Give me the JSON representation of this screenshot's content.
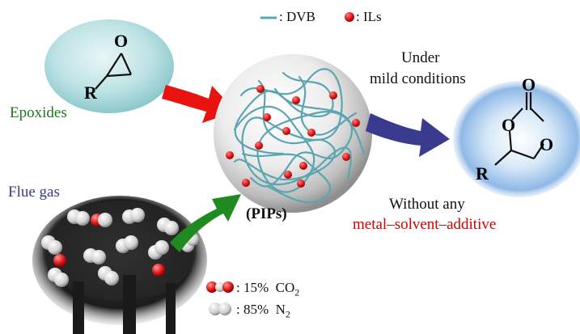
{
  "legend": {
    "dvb_label": ": DVB",
    "ils_label": ": ILs",
    "line_color": "#5aa5b1",
    "ils_color": "#e21b1b"
  },
  "reactants": {
    "epoxides_label": "Epoxides",
    "epoxides_color": "#1b7a1b",
    "flue_gas_label": "Flue gas",
    "flue_gas_color": "#3a3a8a",
    "epoxide_ring_atom": "O",
    "epoxide_substituent": "R"
  },
  "catalyst": {
    "label": "(PIPs)"
  },
  "conditions": {
    "line1": "Under",
    "line2": "mild conditions",
    "line3": "Without any",
    "line4": "metal–solvent–additive",
    "line4_color": "#d40000"
  },
  "product": {
    "carbonyl_o": "O",
    "ring_o_left": "O",
    "ring_o_right": "O",
    "substituent": "R"
  },
  "gas_legend": {
    "co2_pct": ": 15%",
    "co2_formula": "CO",
    "co2_sub": "2",
    "n2_pct": ": 85%",
    "n2_formula": "N",
    "n2_sub": "2"
  },
  "arrow_colors": {
    "red_arrow": "#e8130e",
    "green_arrow": "#1f8a1f",
    "blue_arrow": "#3a3a8e"
  }
}
